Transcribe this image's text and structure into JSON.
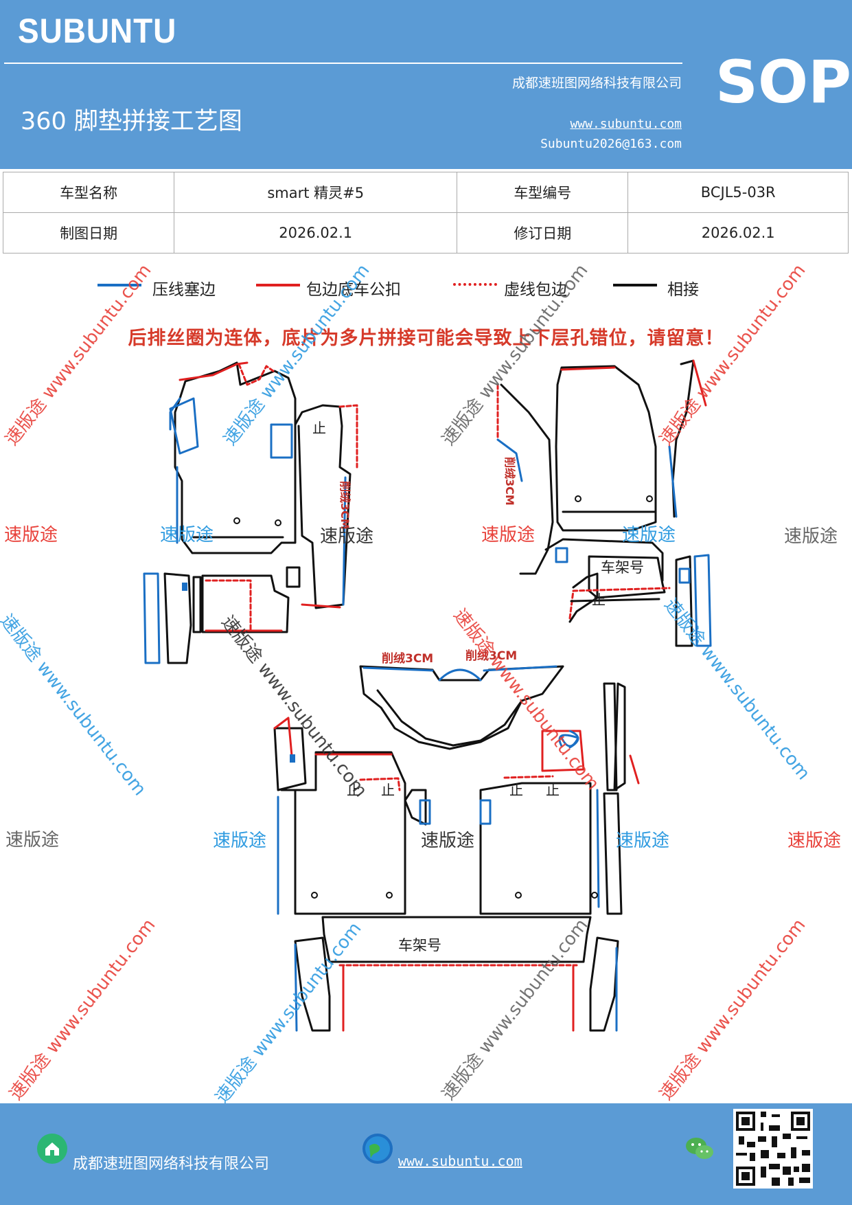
{
  "header": {
    "brand": "SUBUNTU",
    "company": "成都速班图网络科技有限公司",
    "doc_type": "SOP",
    "title": "360 脚垫拼接工艺图",
    "website": "www.subuntu.com",
    "email": "Subuntu2026@163.com"
  },
  "info_table": {
    "rows": [
      [
        "车型名称",
        "smart 精灵#5",
        "车型编号",
        "BCJL5-03R"
      ],
      [
        "制图日期",
        "2026.02.1",
        "修订日期",
        "2026.02.1"
      ]
    ]
  },
  "legend": [
    {
      "label": "压线塞边",
      "color": "#1a6fc4",
      "style": "solid"
    },
    {
      "label": "包边底车公扣",
      "color": "#e02020",
      "style": "solid"
    },
    {
      "label": "虚线包边",
      "color": "#e02020",
      "style": "dashed"
    },
    {
      "label": "相接",
      "color": "#111111",
      "style": "solid"
    }
  ],
  "warning": "后排丝圈为连体，底片为多片拼接可能会导致上下层孔错位，请留意！",
  "diagram_labels": {
    "stop": "止",
    "shave_vertical": "削绒3CM",
    "shave": "削绒3CM",
    "frame_no": "车架号"
  },
  "watermarks": {
    "brand": "速版途",
    "diagonal": "速版途 www.subuntu.com",
    "site": "www.subuntu.com"
  },
  "colors": {
    "header_blue": "#5b9bd5",
    "blue_line": "#1a6fc4",
    "red_line": "#e02020",
    "watermark_red": "#e8413a",
    "watermark_blue": "#2f9be0",
    "watermark_gray": "#666666"
  },
  "footer": {
    "company": "成都速班图网络科技有限公司",
    "website": "www.subuntu.com",
    "icons": [
      "home-icon",
      "globe-icon",
      "wechat-icon",
      "qr-code"
    ]
  }
}
